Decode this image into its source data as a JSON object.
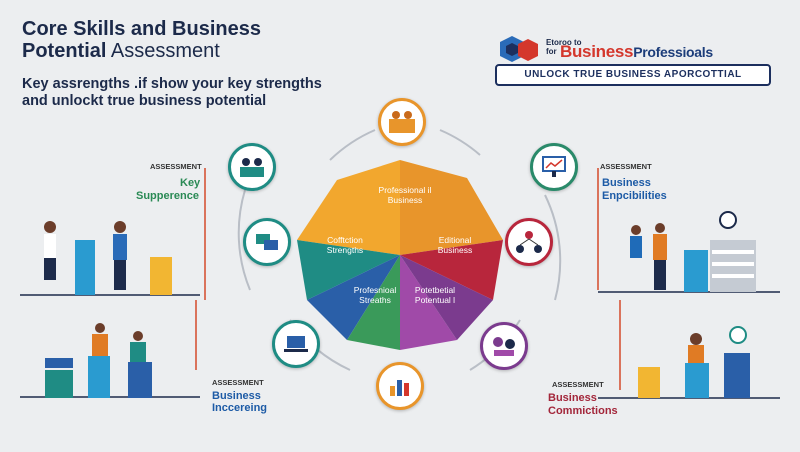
{
  "header": {
    "title_line1": "Core Skills and Business",
    "title_line2_bold": "Potential",
    "title_line2_light": " Assessment",
    "subtitle_line1": "Key assrengths .if show your key strengths",
    "subtitle_line2": "and unlockt true business potential"
  },
  "brand": {
    "small_text": "Etoroo to",
    "prefix": "for",
    "big_text": "Business",
    "big_rest": "Professioals",
    "banner": "UNLOCK TRUE BUSINESS APORCOTTIAL"
  },
  "left_panel": {
    "top_small": "ASSESSMENT",
    "top_line1": "Key",
    "top_line2": "Supperence",
    "bottom_small": "ASSESSMENT",
    "bottom_line1": "Business",
    "bottom_line2": "Inccereing"
  },
  "right_panel": {
    "top_small": "ASSESSMENT",
    "top_line1": "Business",
    "top_line2": "Enpcibilities",
    "bottom_small": "ASSESSMENT",
    "bottom_line1": "Business",
    "bottom_line2": "Commictions"
  },
  "wheel": {
    "seg_top_line1": "Professional il",
    "seg_top_line2": "Business",
    "seg_left_line1": "Cofftction",
    "seg_left_line2": "Strengths",
    "seg_right_line1": "Editional",
    "seg_right_line2": "Business",
    "seg_bl_line1": "Profesnioal",
    "seg_bl_line2": "Streaths",
    "seg_br_line1": "Potetbetial",
    "seg_br_line2": "Potentual l"
  },
  "colors": {
    "navy": "#1c2a4a",
    "orange": "#e8952b",
    "teal": "#1f8c84",
    "red": "#b8263c",
    "purple": "#7b3b8e",
    "blue": "#2a5fa8",
    "green": "#3a9a5a"
  },
  "icons": [
    "team-icon",
    "meeting-icon",
    "presentation-icon",
    "collaboration-icon",
    "network-icon",
    "laptop-icon",
    "chart-icon",
    "discussion-icon"
  ]
}
